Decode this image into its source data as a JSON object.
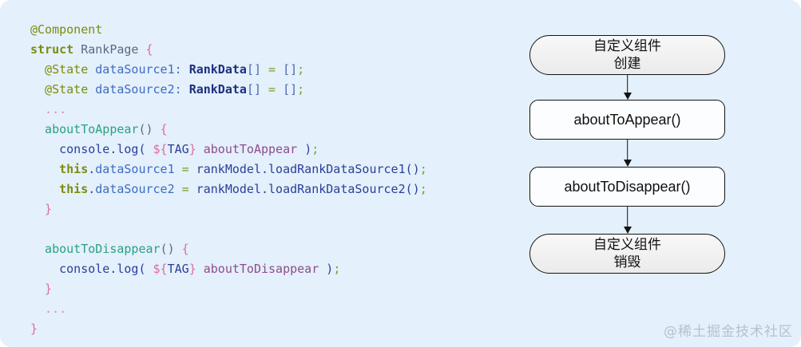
{
  "background_color": "#E4F0FB",
  "code": {
    "colors": {
      "olive": "#7C8C0D",
      "blue": "#3C6CC6",
      "navy": "#2A3F9B",
      "type": "#1E2F82",
      "steel": "#4C69AC",
      "pink": "#DF6BA4",
      "teal": "#29A183",
      "plum": "#8C4D8C",
      "green": "#75A02F",
      "slate": "#5A6A80",
      "dots": "#D891B4"
    },
    "lines": [
      [
        {
          "t": "@Component",
          "c": "olive"
        }
      ],
      [
        {
          "t": "struct ",
          "c": "olive",
          "b": true
        },
        {
          "t": "RankPage ",
          "c": "slate"
        },
        {
          "t": "{",
          "c": "pink"
        }
      ],
      [
        {
          "t": "  @State ",
          "c": "olive"
        },
        {
          "t": "dataSource1: ",
          "c": "blue"
        },
        {
          "t": "RankData",
          "c": "type",
          "b": true
        },
        {
          "t": "[] ",
          "c": "steel"
        },
        {
          "t": "= ",
          "c": "green"
        },
        {
          "t": "[]",
          "c": "steel"
        },
        {
          "t": ";",
          "c": "green"
        }
      ],
      [
        {
          "t": "  @State ",
          "c": "olive"
        },
        {
          "t": "dataSource2: ",
          "c": "blue"
        },
        {
          "t": "RankData",
          "c": "type",
          "b": true
        },
        {
          "t": "[] ",
          "c": "steel"
        },
        {
          "t": "= ",
          "c": "green"
        },
        {
          "t": "[]",
          "c": "steel"
        },
        {
          "t": ";",
          "c": "green"
        }
      ],
      [
        {
          "t": "  ...",
          "c": "dots"
        }
      ],
      [
        {
          "t": "  aboutToAppear",
          "c": "teal"
        },
        {
          "t": "() ",
          "c": "slate"
        },
        {
          "t": "{",
          "c": "pink"
        }
      ],
      [
        {
          "t": "    console.log( ",
          "c": "navy"
        },
        {
          "t": "${",
          "c": "pink"
        },
        {
          "t": "TAG",
          "c": "navy"
        },
        {
          "t": "} ",
          "c": "pink"
        },
        {
          "t": "aboutToAppear ",
          "c": "plum"
        },
        {
          "t": ")",
          "c": "navy"
        },
        {
          "t": ";",
          "c": "green"
        }
      ],
      [
        {
          "t": "    this",
          "c": "olive",
          "b": true
        },
        {
          "t": ".",
          "c": "navy"
        },
        {
          "t": "dataSource1 ",
          "c": "blue"
        },
        {
          "t": "= ",
          "c": "green"
        },
        {
          "t": "rankModel.loadRankDataSource1()",
          "c": "navy"
        },
        {
          "t": ";",
          "c": "green"
        }
      ],
      [
        {
          "t": "    this",
          "c": "olive",
          "b": true
        },
        {
          "t": ".",
          "c": "navy"
        },
        {
          "t": "dataSource2 ",
          "c": "blue"
        },
        {
          "t": "= ",
          "c": "green"
        },
        {
          "t": "rankModel.loadRankDataSource2()",
          "c": "navy"
        },
        {
          "t": ";",
          "c": "green"
        }
      ],
      [
        {
          "t": "  }",
          "c": "pink"
        }
      ],
      [],
      [
        {
          "t": "  aboutToDisappear",
          "c": "teal"
        },
        {
          "t": "() ",
          "c": "slate"
        },
        {
          "t": "{",
          "c": "pink"
        }
      ],
      [
        {
          "t": "    console.log( ",
          "c": "navy"
        },
        {
          "t": "${",
          "c": "pink"
        },
        {
          "t": "TAG",
          "c": "navy"
        },
        {
          "t": "} ",
          "c": "pink"
        },
        {
          "t": "aboutToDisappear ",
          "c": "plum"
        },
        {
          "t": ")",
          "c": "navy"
        },
        {
          "t": ";",
          "c": "green"
        }
      ],
      [
        {
          "t": "  }",
          "c": "pink"
        }
      ],
      [
        {
          "t": "  ...",
          "c": "dots"
        }
      ],
      [
        {
          "t": "}",
          "c": "pink"
        }
      ]
    ]
  },
  "flowchart": {
    "node_border_color": "#141414",
    "nodes": [
      {
        "shape": "stadium",
        "label_lines": [
          "自定义组件",
          "创建"
        ]
      },
      {
        "shape": "rect",
        "label_lines": [
          "aboutToAppear()"
        ]
      },
      {
        "shape": "rect",
        "label_lines": [
          "aboutToDisappear()"
        ]
      },
      {
        "shape": "stadium",
        "label_lines": [
          "自定义组件",
          "销毁"
        ]
      }
    ]
  },
  "watermark": {
    "text": "@稀土掘金技术社区"
  }
}
